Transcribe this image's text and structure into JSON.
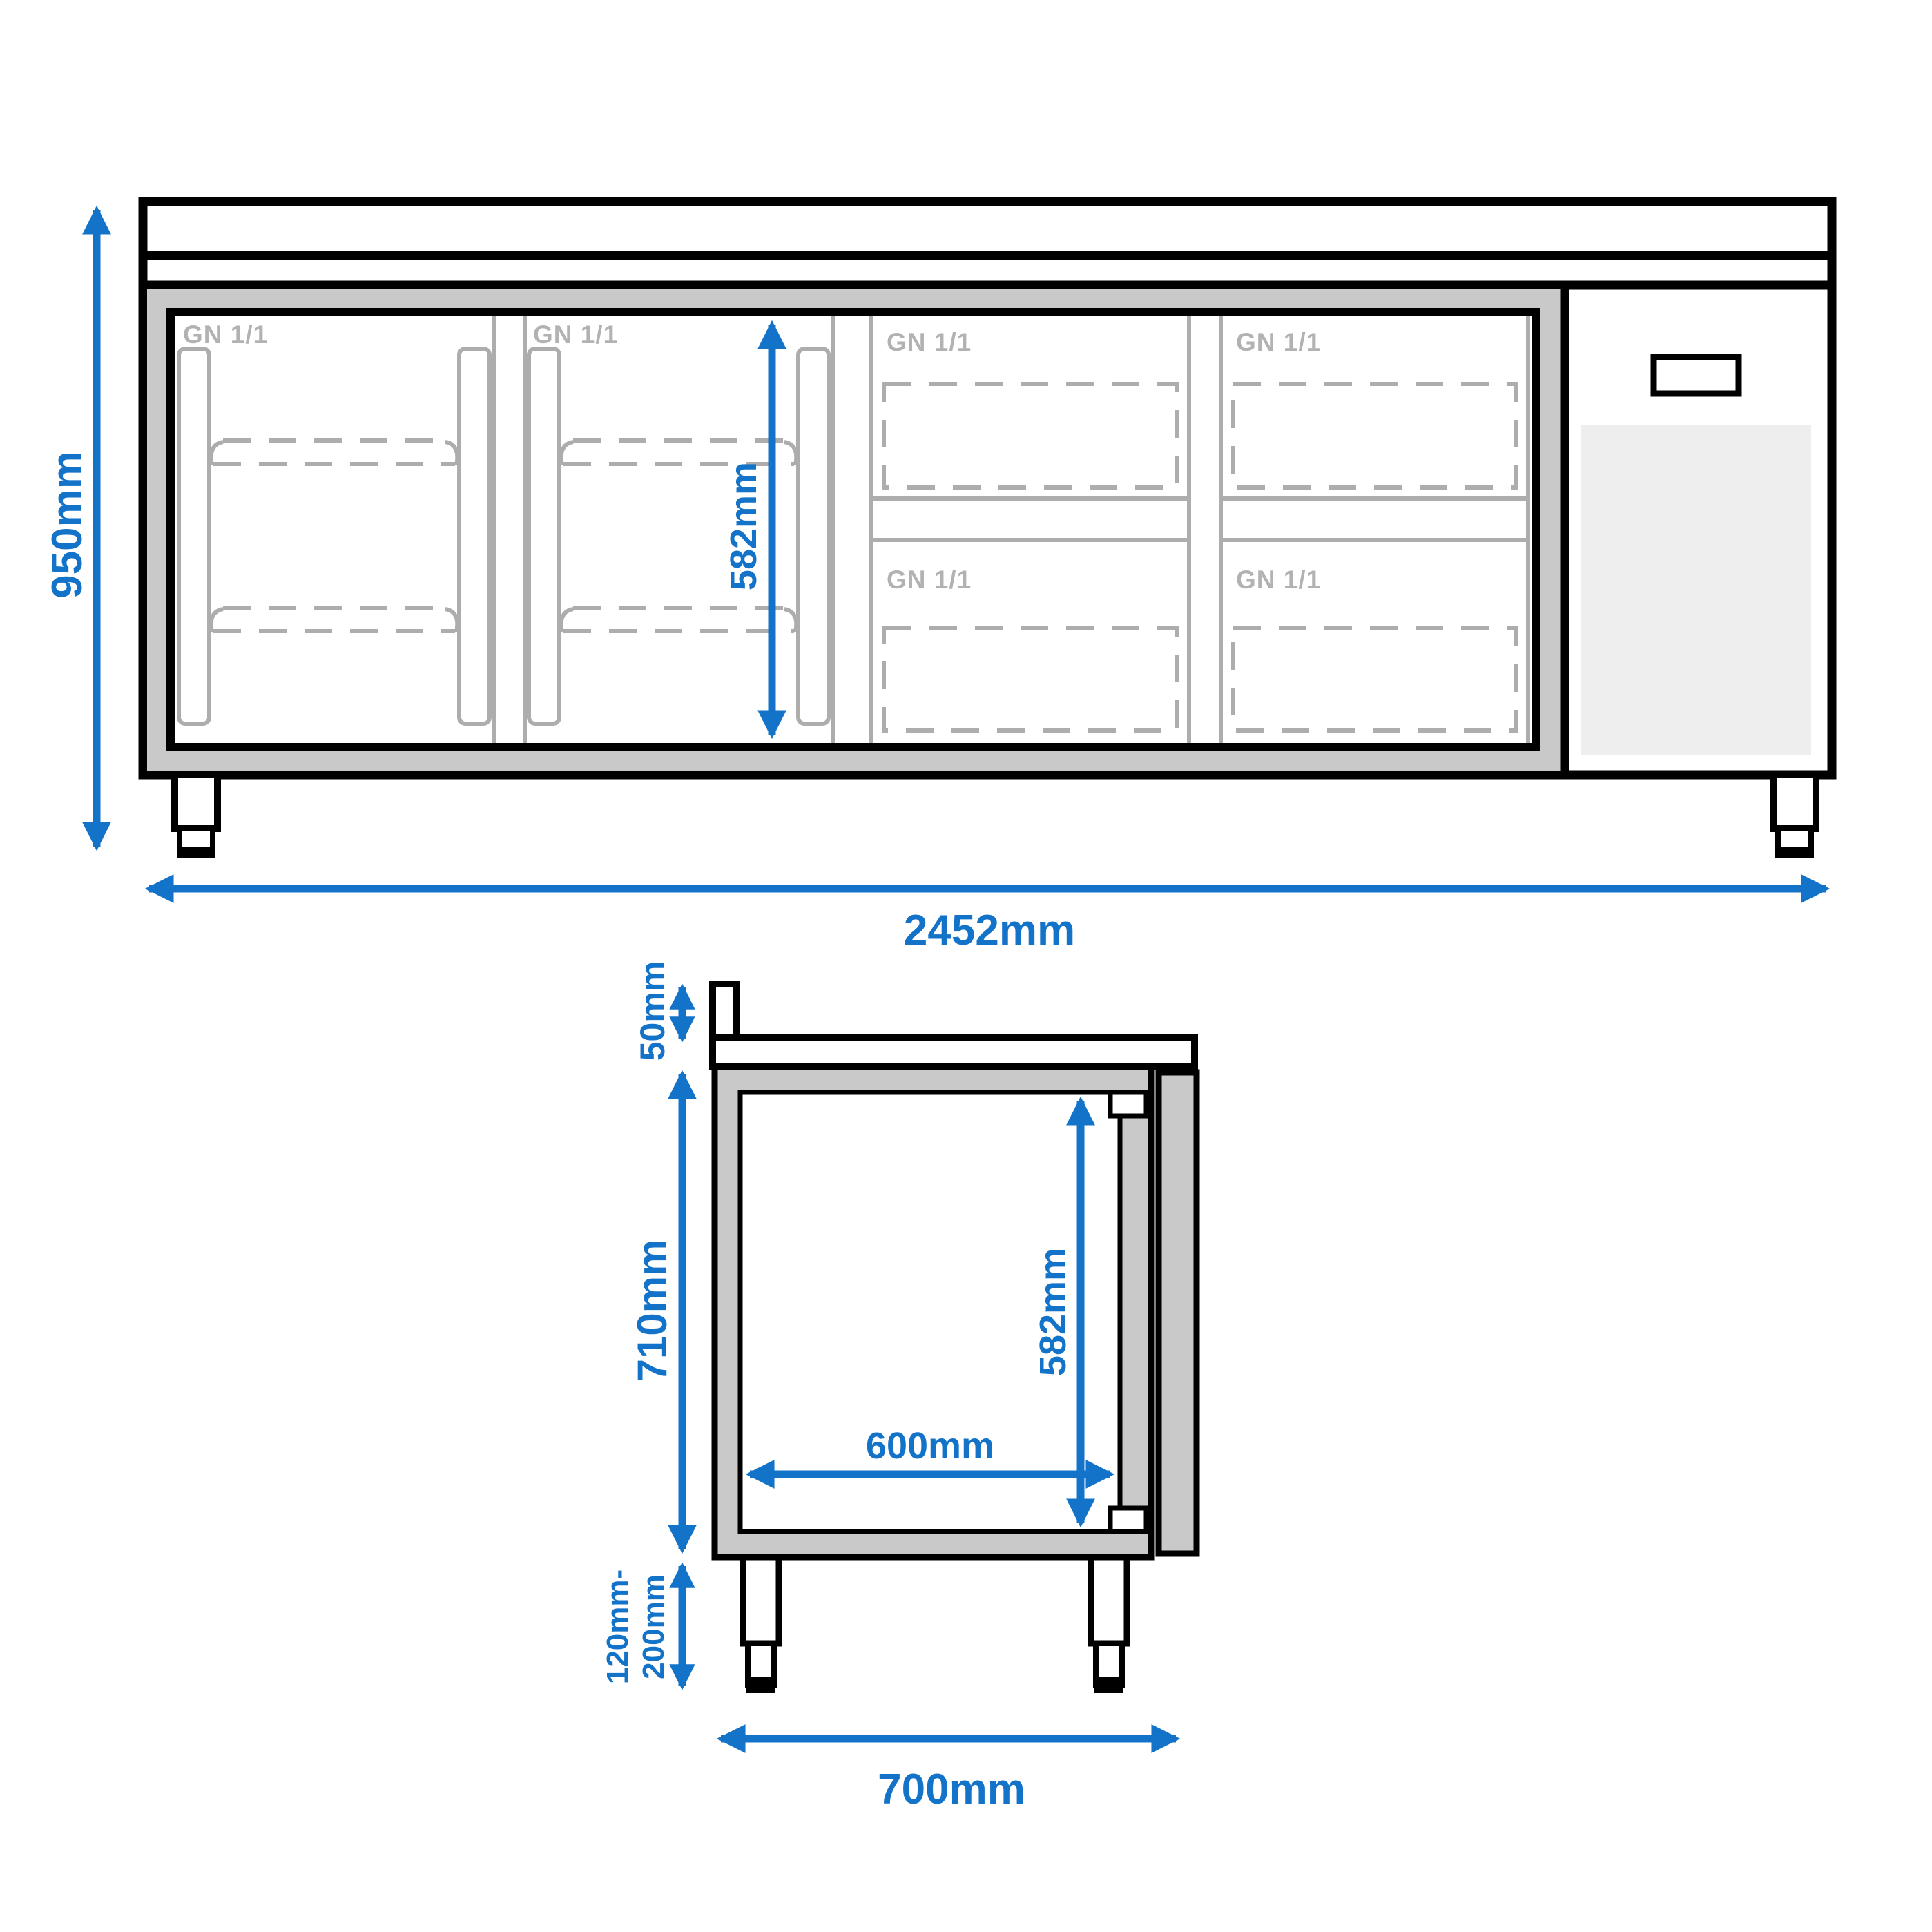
{
  "drawing": {
    "title": "refrigerated-counter-dimension-drawing",
    "front_view": {
      "height_label": "950mm",
      "width_label": "2452mm",
      "interior_height_label": "582mm",
      "gn_labels": [
        "GN 1/1",
        "GN 1/1",
        "GN 1/1",
        "GN 1/1",
        "GN 1/1",
        "GN 1/1"
      ]
    },
    "side_view": {
      "backsplash_height_label": "50mm",
      "body_height_label": "710mm",
      "foot_height_label_line1": "120mm-",
      "foot_height_label_line2": "200mm",
      "depth_label": "700mm",
      "interior_depth_label": "600mm",
      "interior_height_label": "582mm"
    },
    "colors": {
      "dimension_blue": "#1373C8",
      "line_black": "#000000",
      "insulation_gray": "#C9C9C9",
      "detail_gray": "#ADADAD",
      "label_gray": "#B2B2B2",
      "vent_gray": "#EEEEEE"
    }
  }
}
